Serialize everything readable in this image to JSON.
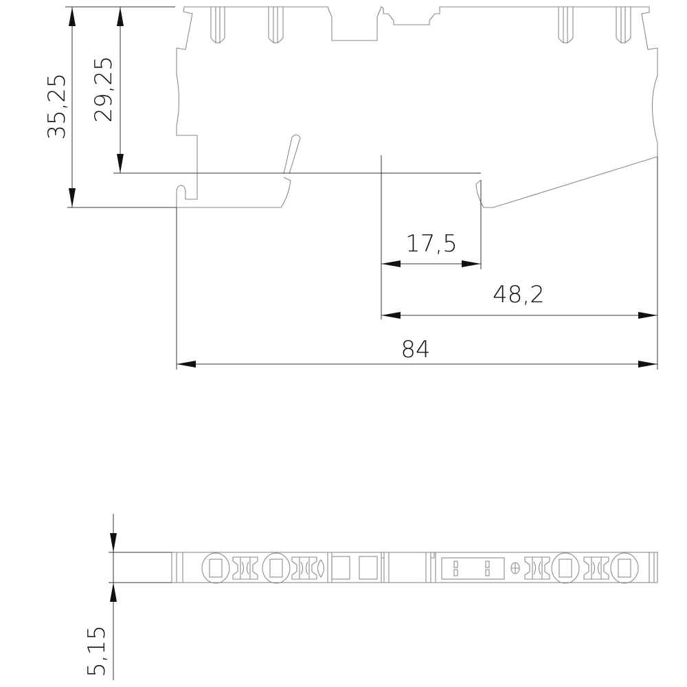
{
  "drawing": {
    "side_view": {
      "dimensions": {
        "total_height": "35,25",
        "rail_height": "29,25",
        "offset_small": "17,5",
        "offset_large": "48,2",
        "total_length": "84"
      }
    },
    "top_view": {
      "dimensions": {
        "width": "5,15"
      }
    },
    "colors": {
      "outline": "#8a8a8a",
      "dimension": "#333333"
    }
  }
}
